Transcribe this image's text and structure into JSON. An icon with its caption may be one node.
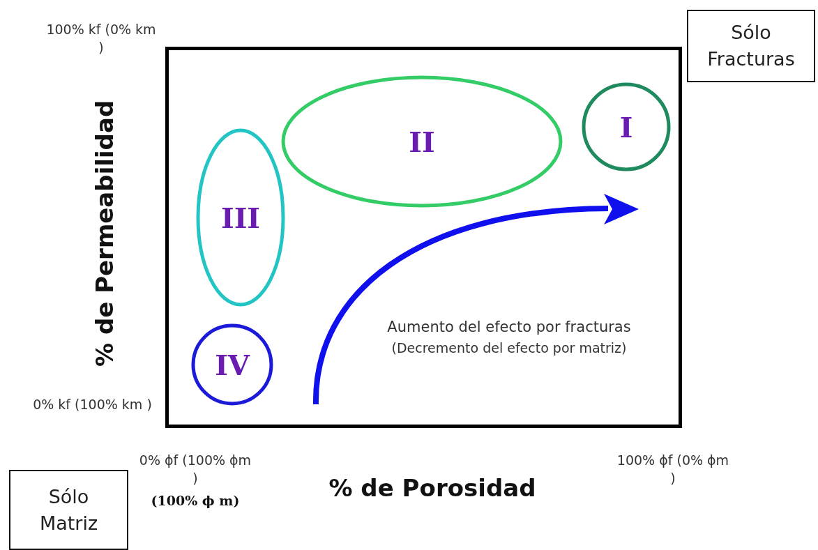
{
  "diagram": {
    "nodes": [
      {
        "text": [],
        "shape": "box"
      },
      {
        "text": [
          "Sólo Fracturas"
        ]
      },
      {
        "text": [
          "II"
        ],
        "in": 0
      },
      {
        "text": [
          "I"
        ],
        "in": 0
      },
      {
        "text": [
          "III"
        ],
        "in": 0
      },
      {
        "text": [
          "IV"
        ],
        "in": 0
      },
      {
        "text": [
          "Sólo Matriz"
        ]
      }
    ],
    "labels": [
      "100% kf (0% km )",
      "% de Permeabilidad",
      "Aumento del efecto por fracturas",
      "(Decremento del efecto por matriz)",
      "0% kf (100% km )",
      "0% ϕf (100% ϕm )",
      "(100% ϕ m)",
      "% de Porosidad",
      "100% ϕf (0% ϕm )"
    ]
  }
}
